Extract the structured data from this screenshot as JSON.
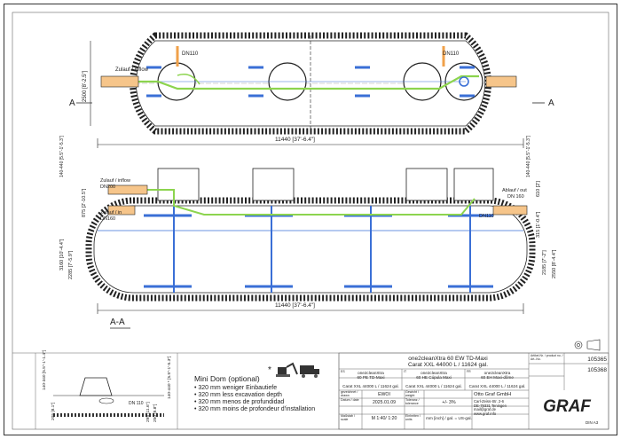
{
  "drawing": {
    "top_dim_width": "11440 [37'-6.4\"]",
    "top_dim_height": "2500 [8'-2.5\"]",
    "inlet_top": "Zulauf / inflow",
    "dn110_left": "DN110",
    "dn110_right": "DN110",
    "section_marker": "A",
    "section_title": "A-A",
    "side_dim_width": "11440 [37'-6.4\"]",
    "side_height_total": "3160 [10'-4.4\"]",
    "side_height_body": "2285 [7'-5.9\"]",
    "side_dim_875": "875 [2'-10.5\"]",
    "dim_140_440_left": "140-440 [5.5\"-1'-5.3\"]",
    "dim_140_440_right": "140-440 [5.5\"-1'-5.3\"]",
    "inlet_dn200_label": "Zulauf / inflow",
    "inlet_dn200": "DN200",
    "inlet_dn160_label": "Zulauf / in",
    "inlet_dn160": "DN160",
    "outlet_label": "Ablauf / out",
    "outlet_dn": "DN 160",
    "dn110_side": "DN110",
    "dim_610": "610 [2']",
    "dim_315": "315 [1'-0.4\"]",
    "dim_2185": "2185 [7'-2\"]",
    "dim_2550": "2550 [8'-4.4\"]"
  },
  "detail": {
    "dim_140_340": "140-340 [5.5\"-1'-1.4\"]",
    "dim_205": "205 [8.1\"]",
    "dn_110": "DN 110",
    "dim_295": "295 [11.6\"]",
    "dim_250": "250 [9.8\"]",
    "dim_140_440": "140-440 * [5.5\"-1'-5.3\"]"
  },
  "minidom": {
    "title": "Mini Dom (optional)",
    "lines": [
      "• 320 mm weniger Einbautiefe",
      "• 320 mm less excavation depth",
      "• 320 mm menos de profundidad",
      "• 320 mm moins de profondeur d'installation"
    ],
    "star": "*"
  },
  "title_block": {
    "product_title_1": "one2cleanXtra 60 EW TD-Maxi",
    "product_title_2": "Carat XXL 44000 L / 11624 gal.",
    "variants": [
      {
        "top": "one2cleanXtra",
        "mid": "60 PE TD-Maxi",
        "bot": "Carat XXL 44000 L / 11624 gal."
      },
      {
        "top": "one2cleanXtra",
        "mid": "60 HE Cúpula Maxi",
        "bot": "Carat XXL 44000 L / 11624 gal."
      },
      {
        "top": "one2cleanXtra",
        "mid": "60 EH Maxi-dôme",
        "bot": "Carat XXL 44000 L / 11624 gal."
      }
    ],
    "var_codes": [
      "ES",
      "IT",
      "FR"
    ],
    "rows": [
      {
        "label": "gezeichnet / drawn",
        "value": "EWOI",
        "label2": "Gewicht / weight",
        "value2": ""
      },
      {
        "label": "Datum / date",
        "value": "2025.01.09",
        "label2": "Toleranz / tolerance",
        "value2": "+/- 3%"
      },
      {
        "label": "Maßstab / scale",
        "value": "M 1:40/ 1:20",
        "label2": "Einheiten / units",
        "value2": "mm [inch] / gal. = US-gal."
      }
    ],
    "article_label": "Artikel-Nr. / product no. / Art.-No.",
    "article_no_1": "105365",
    "article_no_2": "105368",
    "company": "Otto Graf GmbH",
    "address": [
      "Carl-Zeiss-Str. 2-6",
      "DE-79331 Teningen",
      "mail@graf.de",
      "www.graf.info"
    ],
    "logo_text": "GRAF",
    "sheet": "DIN A3"
  },
  "colors": {
    "pipe_green": "#8cd44e",
    "pipe_orange": "#f0a14a",
    "pipe_blue": "#3a6fd6",
    "frame": "#333333"
  }
}
